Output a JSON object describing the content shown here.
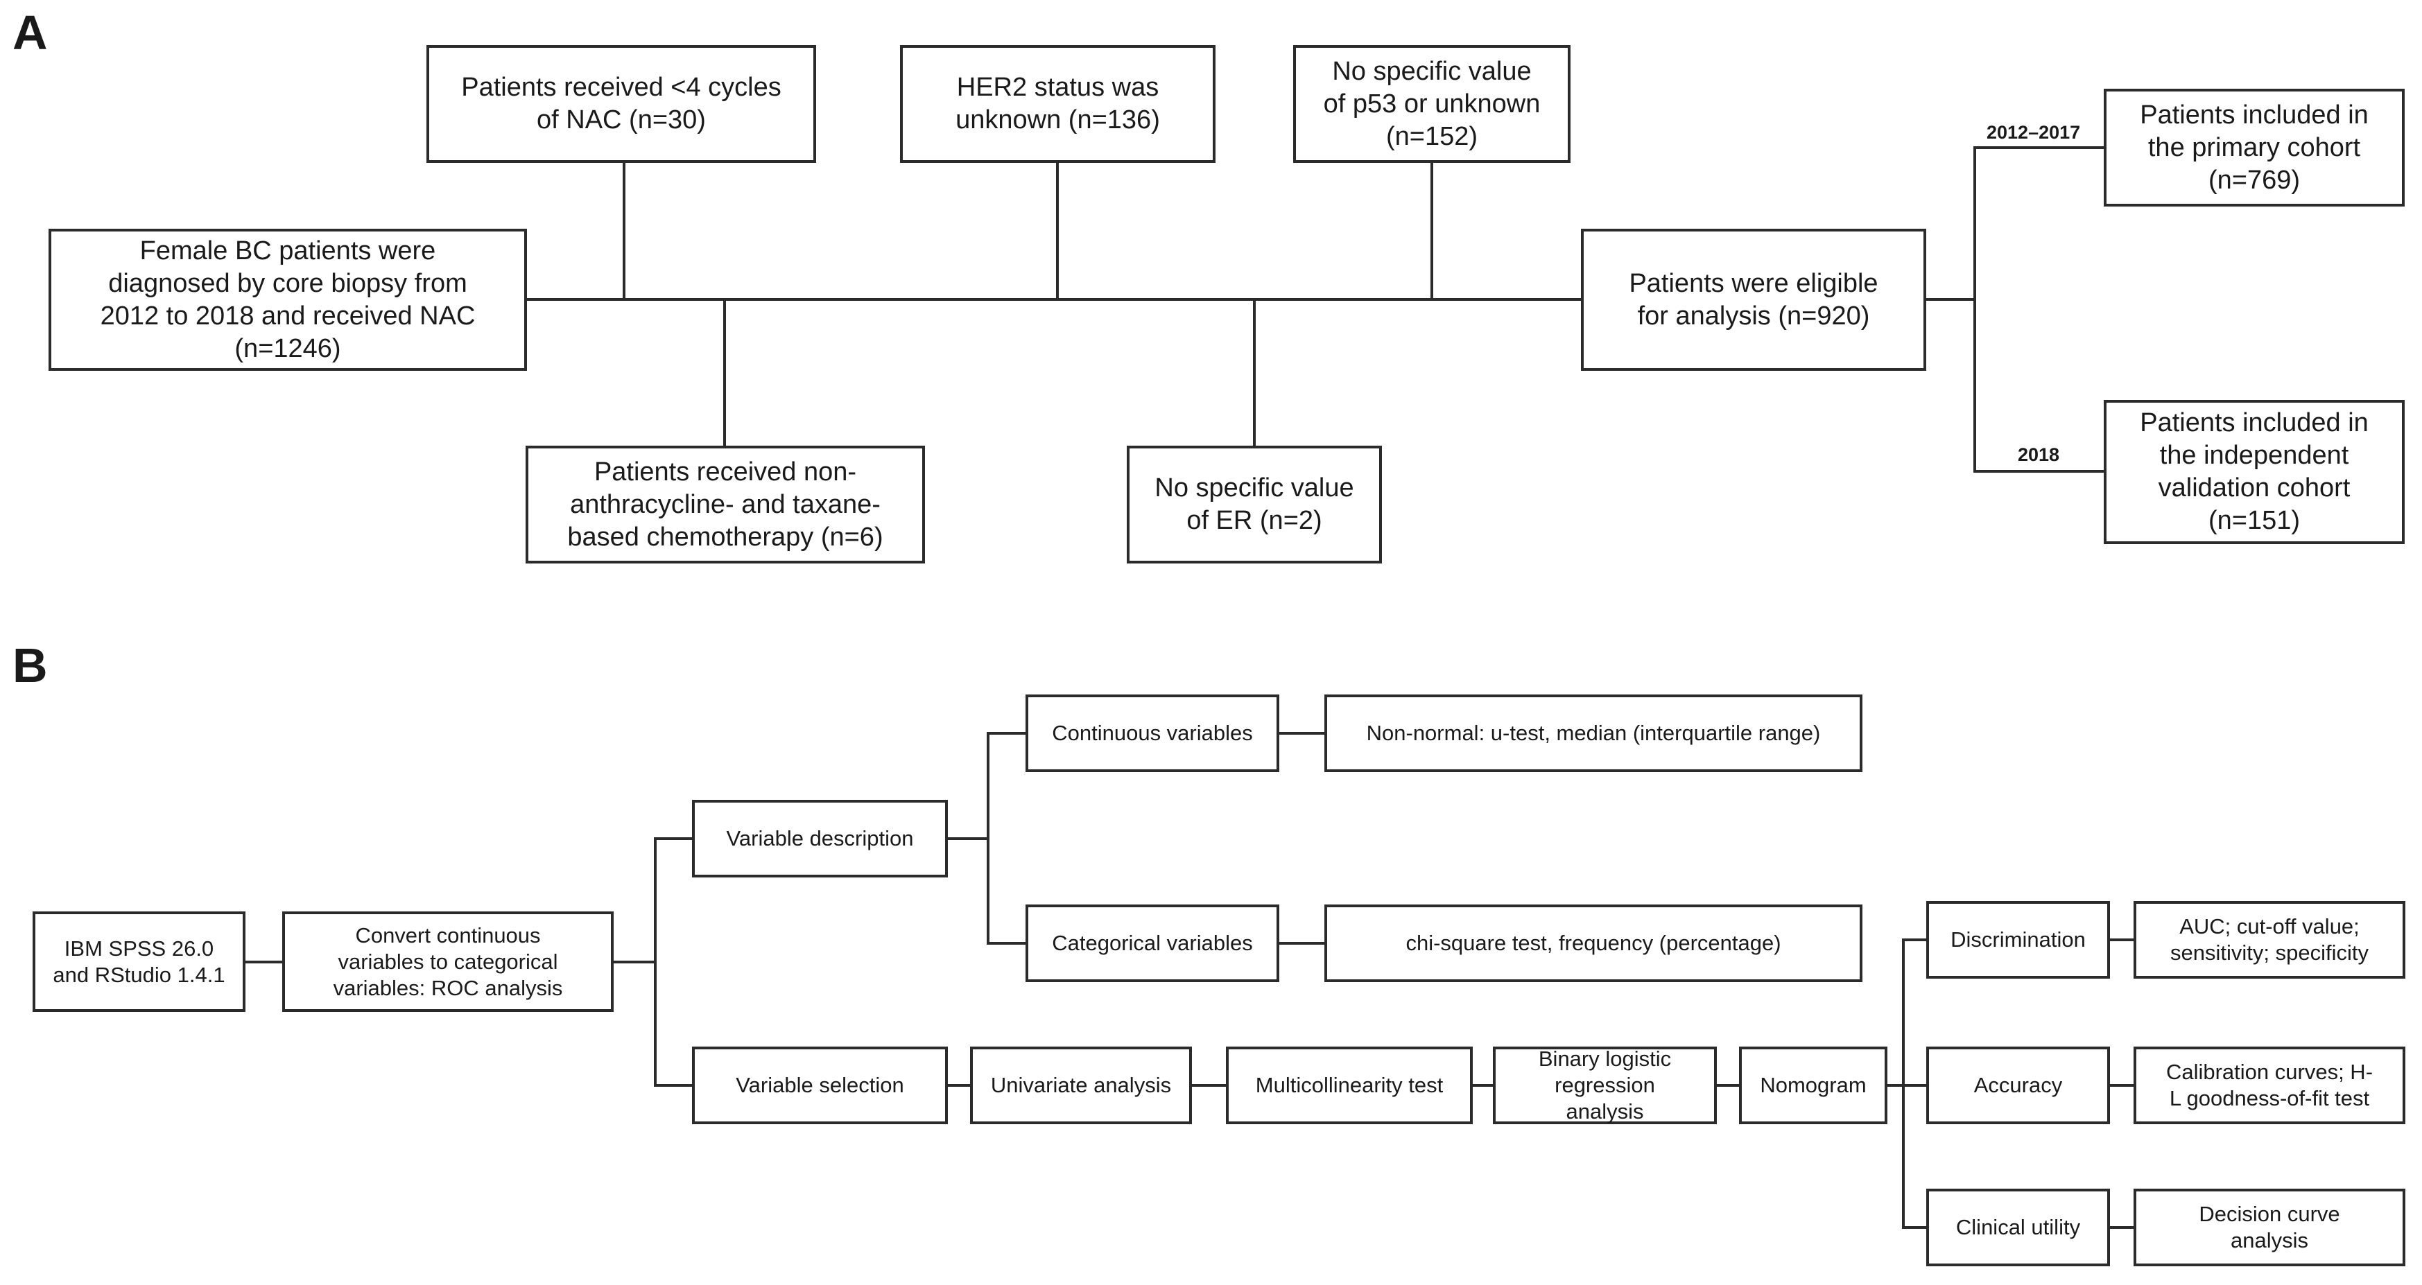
{
  "panelA": {
    "label": "A",
    "boxes": {
      "start": "Female BC patients were\ndiagnosed by core biopsy from\n2012 to 2018 and received NAC\n(n=1246)",
      "cycles": "Patients received <4 cycles\nof NAC (n=30)",
      "her2": "HER2 status was\nunknown (n=136)",
      "p53": "No specific value\nof p53 or unknown\n(n=152)",
      "chemo": "Patients received non-\nanthracycline- and taxane-\nbased chemotherapy (n=6)",
      "er": "No specific value\nof ER (n=2)",
      "eligible": "Patients were eligible\nfor analysis (n=920)",
      "primary": "Patients included in\nthe primary cohort\n(n=769)",
      "validation": "Patients included in\nthe independent\nvalidation cohort\n(n=151)"
    },
    "branch_labels": {
      "primary": "2012–2017",
      "validation": "2018"
    }
  },
  "panelB": {
    "label": "B",
    "boxes": {
      "software": "IBM SPSS 26.0\nand RStudio 1.4.1",
      "convert": "Convert continuous\nvariables to categorical\nvariables: ROC analysis",
      "description": "Variable description",
      "selection": "Variable selection",
      "continuous": "Continuous variables",
      "categorical": "Categorical variables",
      "nonnormal": "Non-normal: u-test, median (interquartile range)",
      "chisquare": "chi-square test, frequency (percentage)",
      "univariate": "Univariate analysis",
      "multicollinearity": "Multicollinearity test",
      "binary": "Binary logistic\nregression\nanalysis",
      "nomogram": "Nomogram",
      "discrimination": "Discrimination",
      "accuracy": "Accuracy",
      "utility": "Clinical utility",
      "auc": "AUC; cut-off value;\nsensitivity; specificity",
      "calibration": "Calibration curves; H-\nL goodness-of-fit test",
      "decision": "Decision curve\nanalysis"
    }
  }
}
